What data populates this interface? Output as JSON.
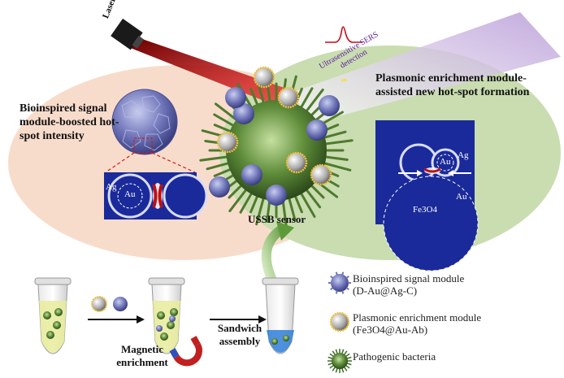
{
  "labels": {
    "laser": "Laser",
    "sers_line1": "Ultrasensitive SERS",
    "sers_line2": "detection",
    "left_module": "Bioinspired signal module-boosted hot-spot intensity",
    "right_module": "Plasmonic enrichment module-assisted new hot-spot formation",
    "sensor": "USSB sensor",
    "magnetic_enrichment": "Magnetic enrichment",
    "sandwich_assembly": "Sandwich assembly"
  },
  "insets": {
    "left": {
      "ag": "Ag",
      "au": "Au"
    },
    "right": {
      "ag": "Ag",
      "au_core": "Au",
      "au_shell": "Au",
      "fe3o4": "Fe3O4"
    }
  },
  "legend": [
    {
      "icon": "signal-module-icon",
      "text": "Bioinspired signal module (D-Au@Ag-C)"
    },
    {
      "icon": "enrichment-module-icon",
      "text": "Plasmonic enrichment module (Fe3O4@Au-Ab)"
    },
    {
      "icon": "bacteria-icon",
      "text": "Pathogenic bacteria"
    }
  ],
  "colors": {
    "left_bg": "#f8dccb",
    "right_bg": "#c9ddb0",
    "laser": "#c0101a",
    "sers_beam": "#b79ad6",
    "inset_bg": "#1a2a9a",
    "signal_module": "#6e74b8",
    "enrichment_module": "#f0c040",
    "bacteria": "#3d6b28"
  }
}
